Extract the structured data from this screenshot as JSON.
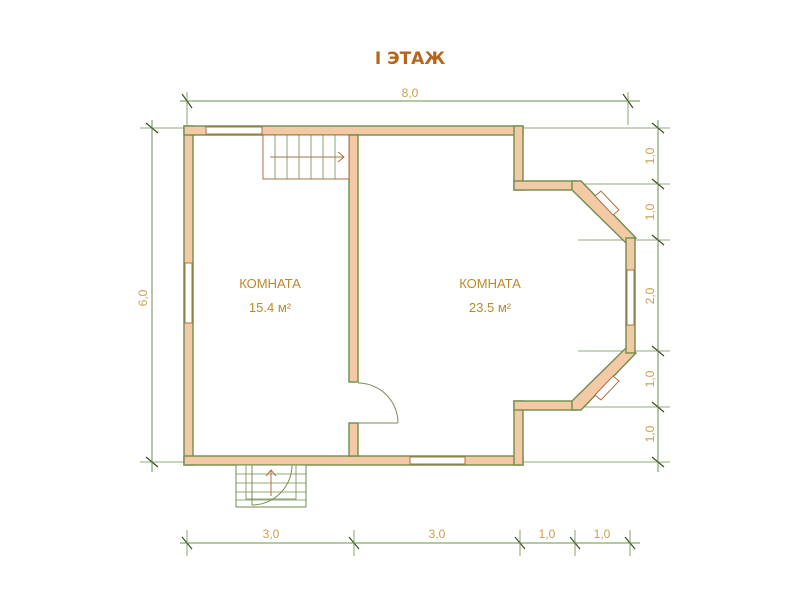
{
  "title": "I ЭТАЖ",
  "dimensions": {
    "top_total": "8,0",
    "left_total": "6,0",
    "bottom": [
      "3,0",
      "3,0",
      "1,0",
      "1,0"
    ],
    "right": [
      "1,0",
      "1,0",
      "2,0",
      "1,0",
      "1,0"
    ]
  },
  "rooms": [
    {
      "label": "КОМНАТА",
      "area": "15.4 м²"
    },
    {
      "label": "КОМНАТА",
      "area": "23.5 м²"
    }
  ],
  "colors": {
    "title": "#b5651d",
    "dimension_text": "#c8a050",
    "room_text": "#b98a2c",
    "wall_fill": "#f3c9a6",
    "lines": "#6e8f4b"
  }
}
